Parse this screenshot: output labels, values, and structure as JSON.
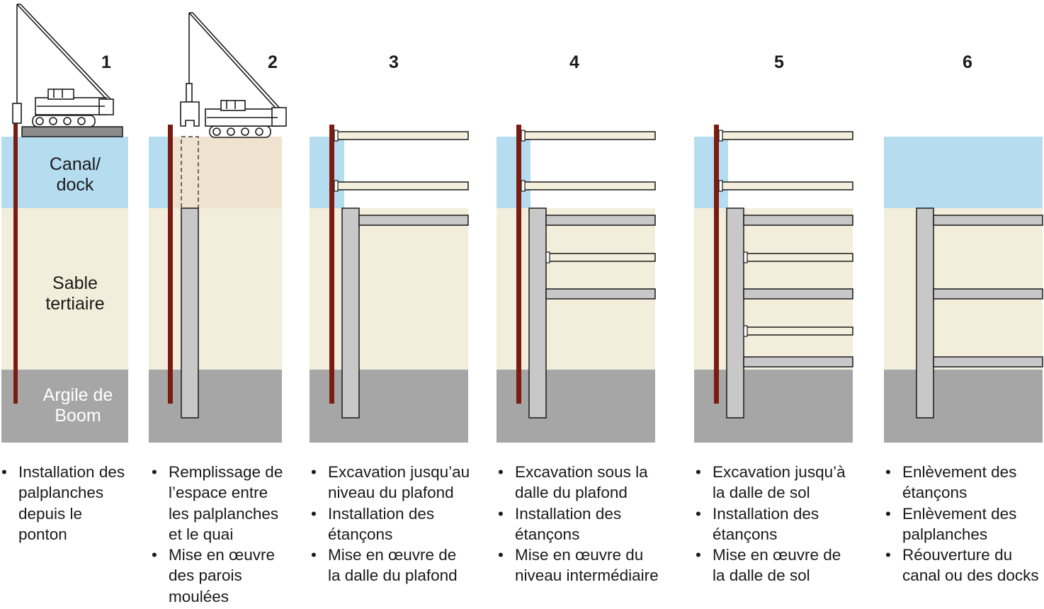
{
  "colors": {
    "water": "#b6dcf0",
    "sand": "#f3eedc",
    "clay": "#a6a6a6",
    "fill": "#efe2cf",
    "sheet_pile": "#7b1c13",
    "wall": "#c8c8c8",
    "strut": "#f4eedd",
    "outline": "#1a1a1a"
  },
  "layers": {
    "water": "Canal/ dock",
    "water_lines": [
      "Canal/",
      "dock"
    ],
    "sand_lines": [
      "Sable",
      "tertiaire"
    ],
    "clay_lines": [
      "Argile de",
      "Boom"
    ]
  },
  "stages": [
    {
      "number": "1",
      "captions": [
        [
          "Installation des",
          "palplanches",
          "depuis le",
          "ponton"
        ]
      ]
    },
    {
      "number": "2",
      "captions": [
        [
          "Remplissage de",
          "l’espace entre",
          "les palplanches",
          "et le quai"
        ],
        [
          "Mise en œuvre",
          "des parois",
          "moulées"
        ]
      ]
    },
    {
      "number": "3",
      "captions": [
        [
          "Excavation jusqu’au",
          "niveau du plafond"
        ],
        [
          "Installation des",
          "étançons"
        ],
        [
          "Mise en œuvre de",
          "la dalle du plafond"
        ]
      ]
    },
    {
      "number": "4",
      "captions": [
        [
          "Excavation sous la",
          "dalle du plafond"
        ],
        [
          "Installation des",
          "étançons"
        ],
        [
          "Mise en œuvre du",
          "niveau intermédiaire"
        ]
      ]
    },
    {
      "number": "5",
      "captions": [
        [
          "Excavation jusqu’à",
          "la dalle de sol"
        ],
        [
          "Installation des",
          "étançons"
        ],
        [
          "Mise en œuvre de",
          "la dalle de sol"
        ]
      ]
    },
    {
      "number": "6",
      "captions": [
        [
          "Enlèvement des",
          "étançons"
        ],
        [
          "Enlèvement des",
          "palplanches"
        ],
        [
          "Réouverture du",
          "canal ou des docks"
        ]
      ]
    }
  ]
}
